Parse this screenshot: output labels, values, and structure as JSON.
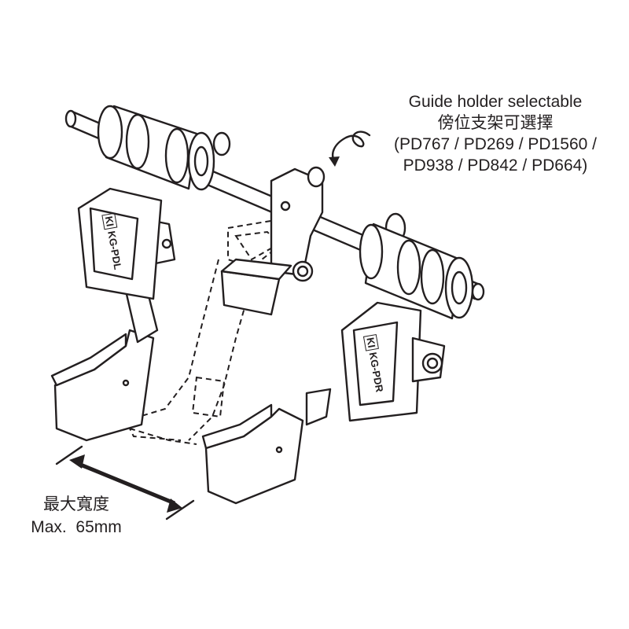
{
  "caption": {
    "title": "Guide holder selectable",
    "title_zh": "傍位支架可選擇",
    "models_line1": "(PD767 / PD269 / PD1560 /",
    "models_line2": "PD938 / PD842 / PD664)"
  },
  "width_dimension": {
    "label_zh": "最大寬度",
    "label": "Max.  65mm"
  },
  "plates": {
    "left": "KG-PDL",
    "right": "KG-PDR",
    "logo": "KI"
  }
}
